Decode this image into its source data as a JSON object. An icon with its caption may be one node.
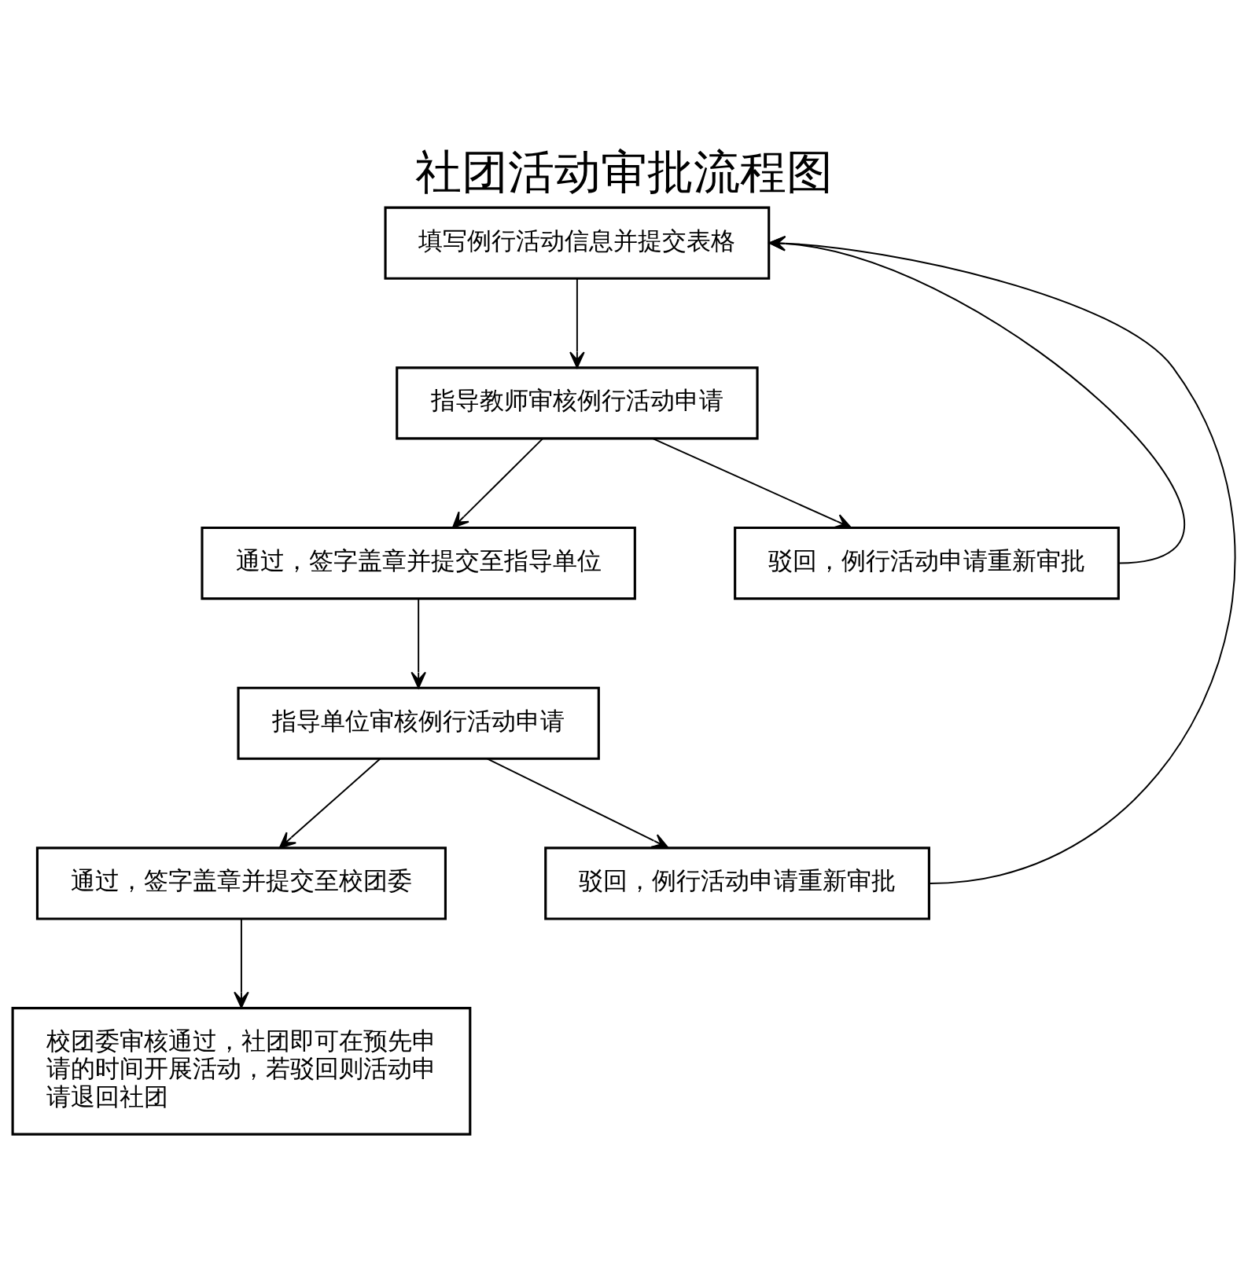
{
  "diagram": {
    "title": "社团活动审批流程图",
    "nodes": [
      {
        "text": [
          "填写例行活动信息并提交表格"
        ]
      },
      {
        "text": [
          "指导教师审核例行活动申请"
        ]
      },
      {
        "text": [
          "通过，签字盖章并提交至指导单位"
        ]
      },
      {
        "text": [
          "驳回，例行活动申请重新审批"
        ]
      },
      {
        "text": [
          "指导单位审核例行活动申请"
        ]
      },
      {
        "text": [
          "通过，签字盖章并提交至校团委"
        ]
      },
      {
        "text": [
          "驳回，例行活动申请重新审批"
        ]
      },
      {
        "text": [
          "校团委审核通过，社团即可在预先申请的时间开展活动，若驳回则活动申请退回社团"
        ]
      }
    ],
    "edges": [
      {
        "from": 0,
        "to": 1,
        "arrow": "to"
      },
      {
        "from": 1,
        "to": 2,
        "arrow": "to"
      },
      {
        "from": 1,
        "to": 3,
        "arrow": "to"
      },
      {
        "from": 2,
        "to": 4,
        "arrow": "to"
      },
      {
        "from": 4,
        "to": 5,
        "arrow": "to"
      },
      {
        "from": 4,
        "to": 6,
        "arrow": "to"
      },
      {
        "from": 5,
        "to": 7,
        "arrow": "to"
      },
      {
        "from": 3,
        "to": 0,
        "arrow": "to"
      },
      {
        "from": 6,
        "to": 0,
        "arrow": "to"
      }
    ]
  }
}
